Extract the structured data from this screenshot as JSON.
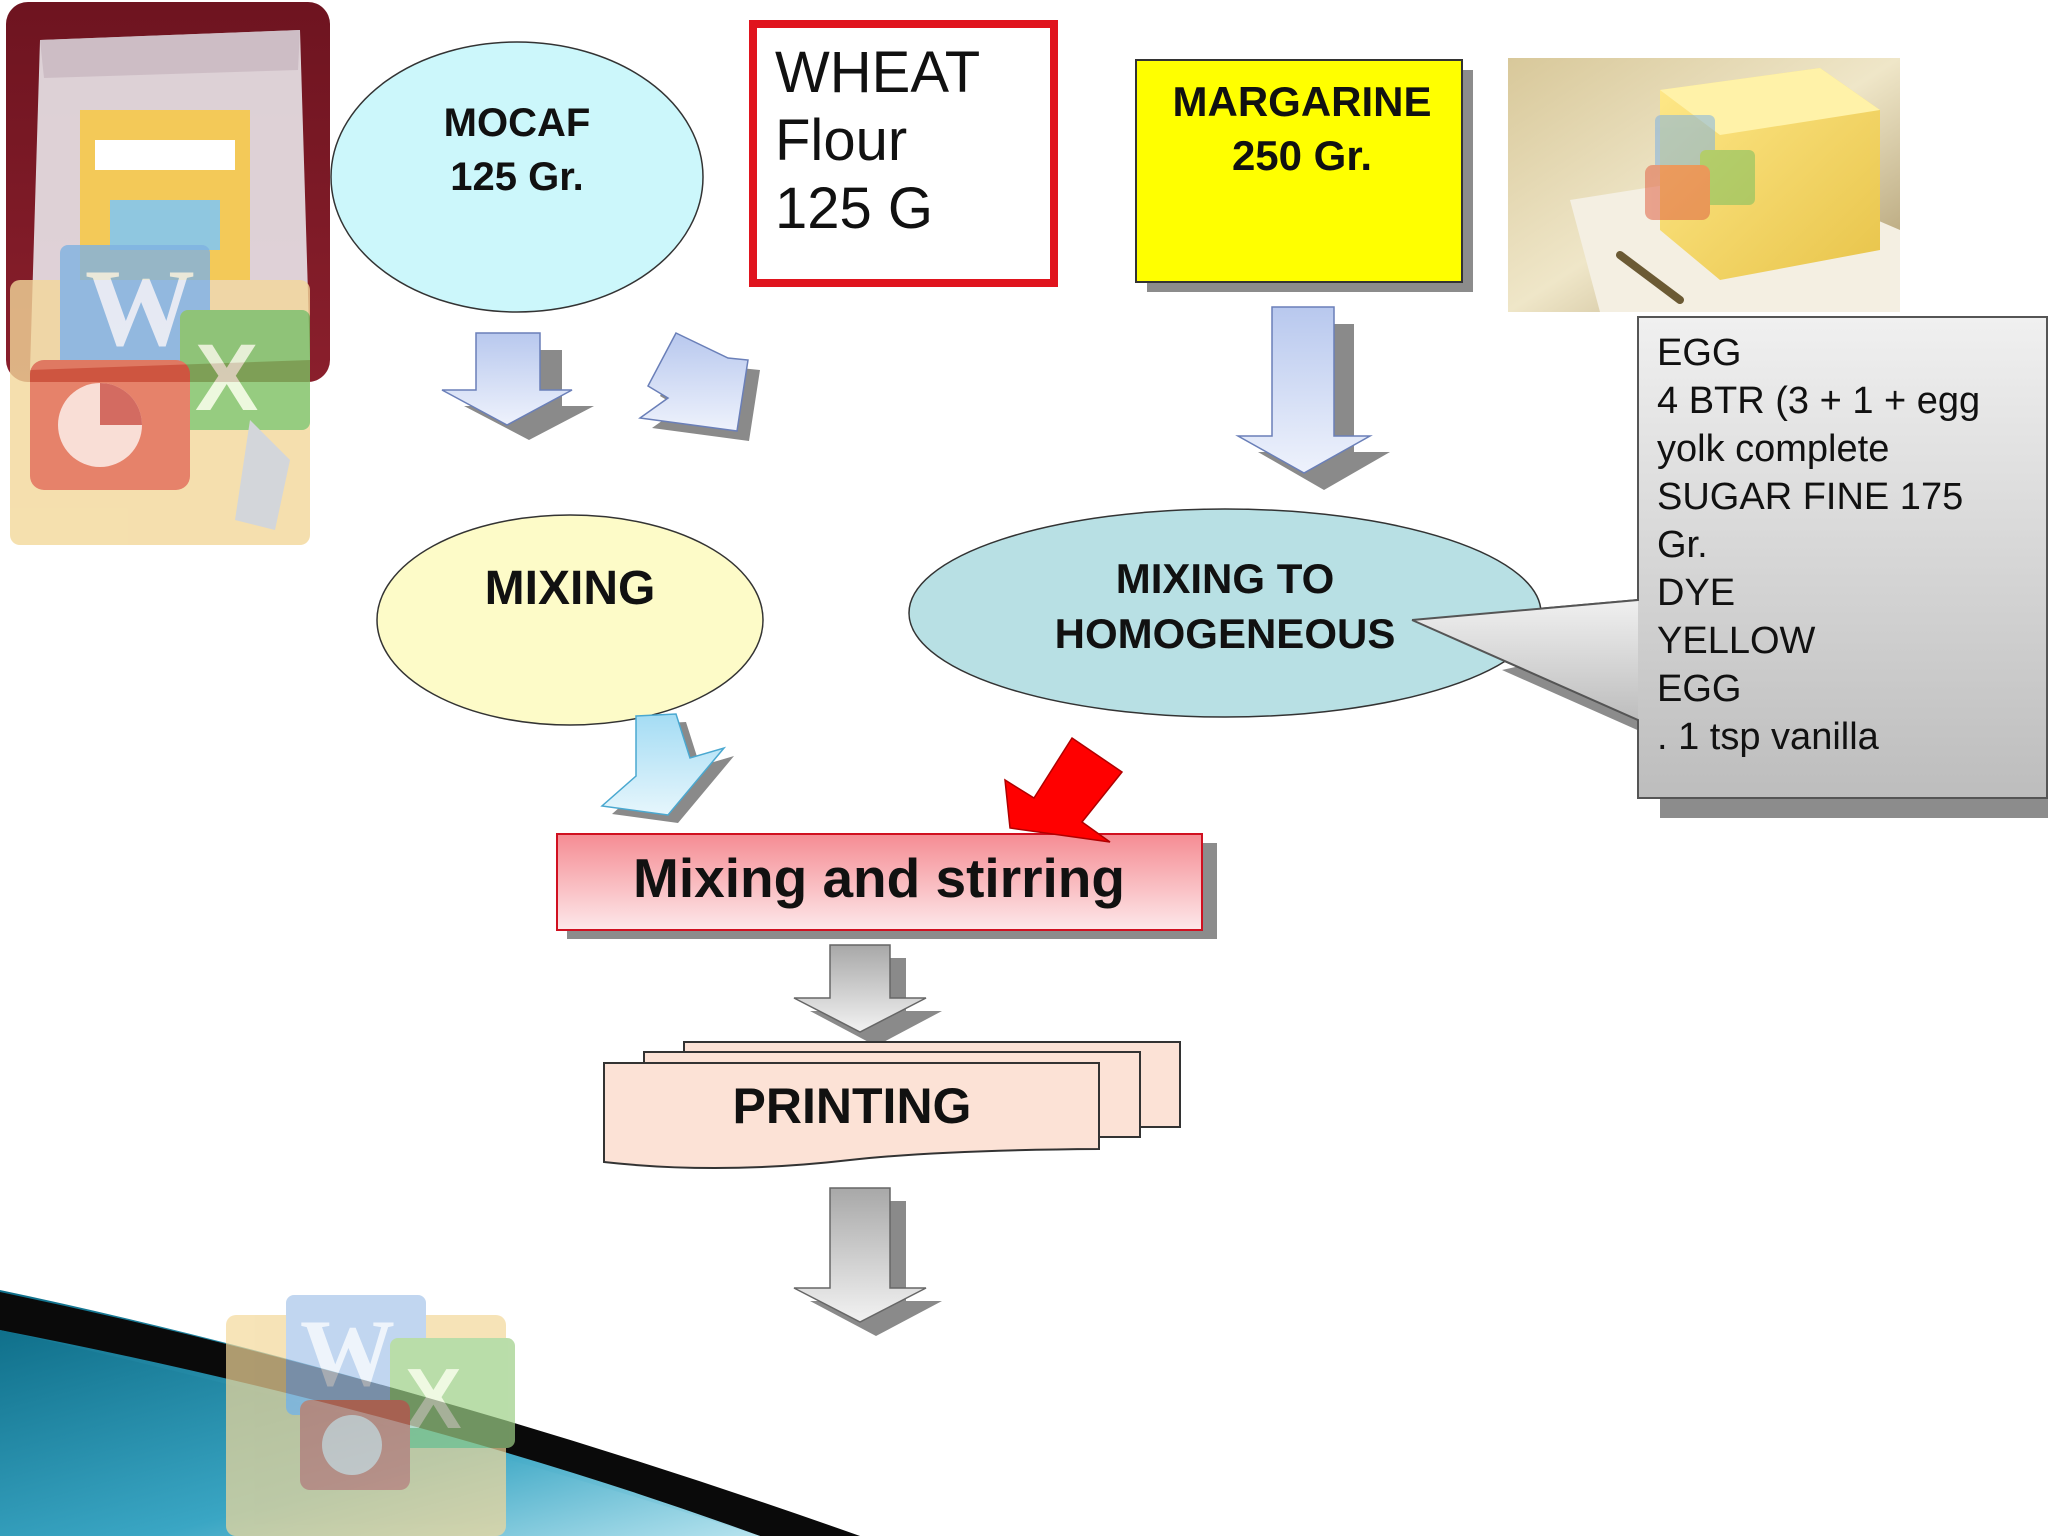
{
  "nodes": {
    "mocaf": {
      "line1": "MOCAF",
      "line2": "125 Gr."
    },
    "wheat": {
      "line1": "WHEAT",
      "line2": "Flour",
      "line3": "125 G"
    },
    "margarine": {
      "line1": "MARGARINE",
      "line2": "250 Gr."
    },
    "mixing": {
      "label": "MIXING"
    },
    "mixing_homogeneous": {
      "line1": "MIXING TO",
      "line2": "HOMOGENEOUS"
    },
    "mixing_stirring": {
      "label": "Mixing and stirring"
    },
    "printing": {
      "label": "PRINTING"
    }
  },
  "callout": {
    "lines": [
      "EGG",
      "4 BTR (3 + 1 + egg",
      "yolk complete",
      "SUGAR FINE 175",
      "Gr.",
      "DYE",
      "YELLOW",
      "EGG",
      ". 1 tsp vanilla"
    ]
  },
  "colors": {
    "mocaf_fill": "#ccf7fb",
    "wheat_border": "#e0141e",
    "margarine_fill": "#ffff00",
    "mixing_fill": "#fdfbc8",
    "homogeneous_fill": "#b8e0e4",
    "stirring_fill": "#f7a6ab",
    "printing_fill": "#fce2d6",
    "callout_fill": "#cccccc",
    "red_arrow": "#ff0000",
    "banner_teal": "#1a8fa8"
  },
  "images": {
    "flour_package": "flour-bag-photo",
    "margarine_photo": "margarine-block-photo",
    "office_icons": "office-apps-icon"
  }
}
